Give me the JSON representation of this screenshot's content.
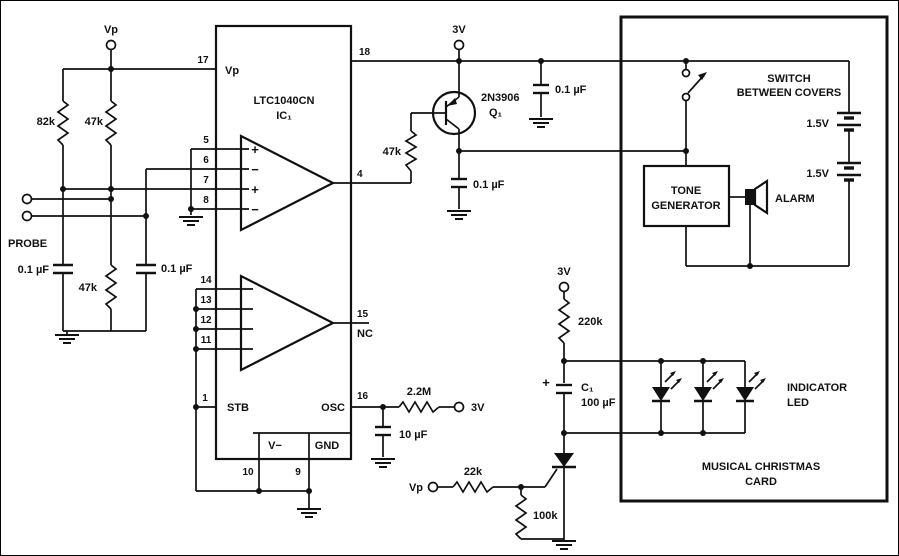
{
  "colors": {
    "ink": "#111111",
    "paper": "#ffffff"
  },
  "labels": {
    "vp_top": "Vp",
    "pin17": "17",
    "vp_ic": "Vp",
    "pin18": "18",
    "r82k": "82k",
    "r47k_top": "47k",
    "ic_name": "LTC1040CN",
    "ic_ref": "IC₁",
    "pin5": "5",
    "pin6": "6",
    "pin7": "7",
    "pin8": "8",
    "mark1": "+",
    "mark2": "−",
    "mark3": "+",
    "mark4": "−",
    "pin4": "4",
    "v3_top": "3V",
    "q1_name": "2N3906",
    "q1_ref": "Q₁",
    "r47k_base": "47k",
    "c_collector": "0.1 µF",
    "c_rail": "0.1 µF",
    "probe": "PROBE",
    "c_left": "0.1 µF",
    "r47k_mid": "47k",
    "c_mid": "0.1 µF",
    "pin14": "14",
    "pin13": "13",
    "pin12": "12",
    "pin11": "11",
    "pin15": "15",
    "nc": "NC",
    "stb": "STB",
    "osc": "OSC",
    "pin16": "16",
    "pin1": "1",
    "vminus": "V−",
    "gnd": "GND",
    "pin10": "10",
    "pin9": "9",
    "r22m": "2.2M",
    "v3_osc": "3V",
    "c10uf": "10 µF",
    "v3_led": "3V",
    "r220k": "220k",
    "c1_plus": "+",
    "c1_ref": "C₁",
    "c1_val": "100 µF",
    "vp_gate": "Vp",
    "r22k": "22k",
    "r100k": "100k",
    "sw_line1": "SWITCH",
    "sw_line2": "BETWEEN COVERS",
    "bat1": "1.5V",
    "bat2": "1.5V",
    "tone_line1": "TONE",
    "tone_line2": "GENERATOR",
    "alarm": "ALARM",
    "ind_line1": "INDICATOR",
    "ind_line2": "LED",
    "card_line1": "MUSICAL CHRISTMAS",
    "card_line2": "CARD"
  }
}
